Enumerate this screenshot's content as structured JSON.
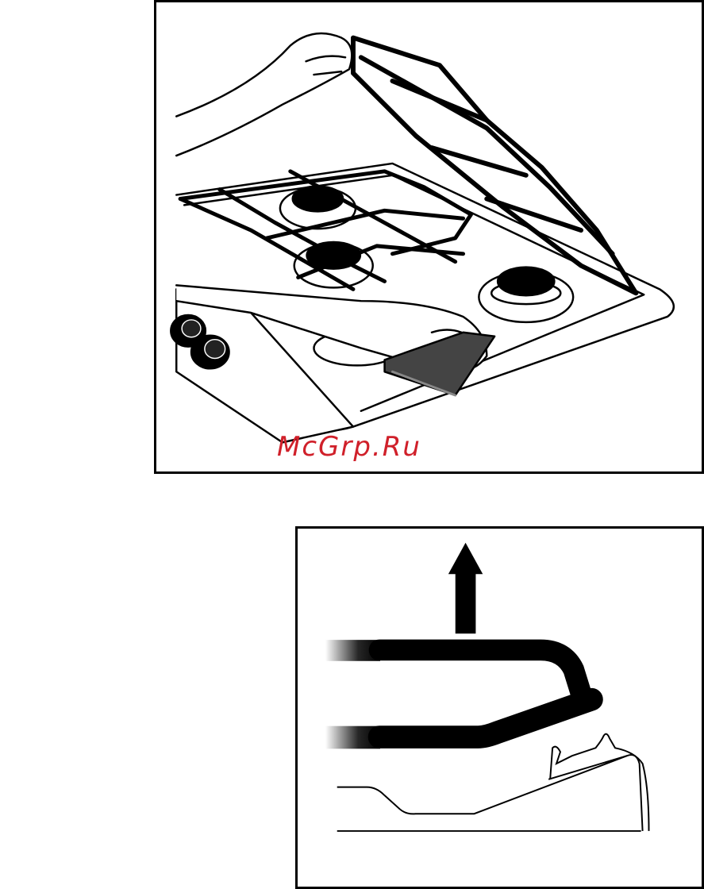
{
  "document": {
    "watermark_text": "McGrp.Ru",
    "watermark_color": "#d0202a",
    "figures": [
      {
        "id": "fig-remove-pan-support",
        "kind": "illustration"
      },
      {
        "id": "fig-lift-grid-detail",
        "kind": "illustration"
      }
    ]
  }
}
